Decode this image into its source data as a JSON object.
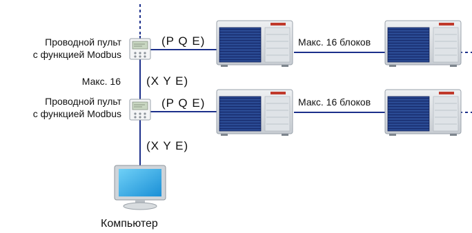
{
  "controllers": [
    {
      "line1": "Проводной пульт",
      "line2": "с функцией Modbus"
    },
    {
      "line1": "Проводной пульт",
      "line2": "с функцией Modbus"
    }
  ],
  "connections": {
    "pqe_top": "(P Q E)",
    "pqe_bottom": "(P Q E)",
    "xye_top": "(X Y E)",
    "xye_bottom": "(X Y E)"
  },
  "max_controllers_label": "Макс. 16",
  "max_units_top": "Макс. 16 блоков",
  "max_units_bottom": "Макс. 16 блоков",
  "computer_label": "Компьютер",
  "colors": {
    "line": "#1b2f8a",
    "unit_body": "#d9dde2",
    "fan_grille": "#1f3b82",
    "screen": "#29a9e6",
    "brand_stripe": "#c0392b"
  }
}
